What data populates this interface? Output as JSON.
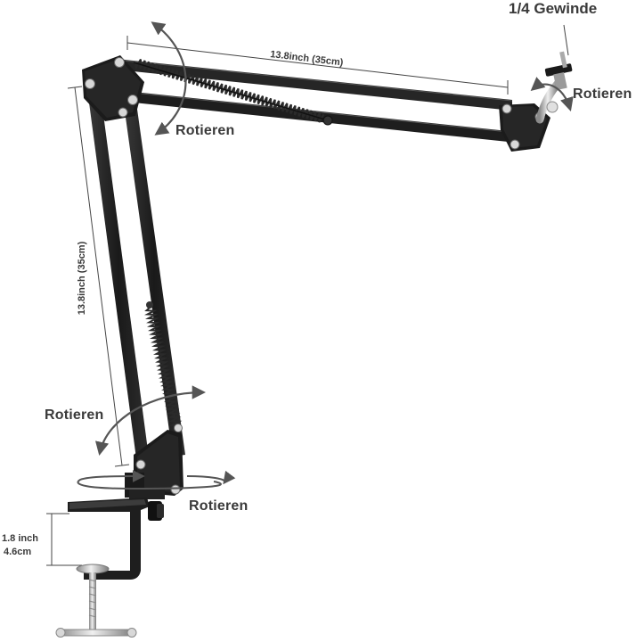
{
  "labels": {
    "thread": "1/4 Gewinde",
    "rotate_mount": "Rotieren",
    "rotate_top_joint": "Rotieren",
    "rotate_lower_joint": "Rotieren",
    "rotate_base": "Rotieren",
    "horizontal_length": "13.8inch (35cm)",
    "vertical_length": "13.8inch (35cm)",
    "clamp_size_inch": "1.8 inch",
    "clamp_size_cm": "4.6cm"
  },
  "colors": {
    "metal": "#1e1e1e",
    "metal_highlight": "#4a4a4a",
    "arrow": "#555555",
    "text": "#3a3a3a",
    "chrome": "#c8c8c8"
  }
}
